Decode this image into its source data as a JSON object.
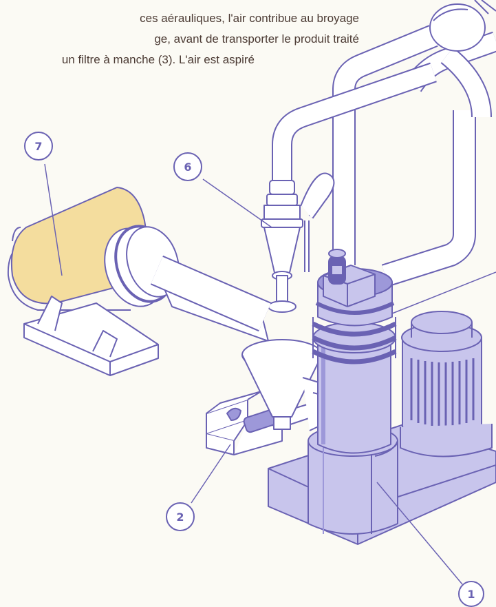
{
  "text": {
    "line1": "ces aérauliques, l'air contribue au broyage",
    "line2": "ge, avant de transporter le produit traité",
    "line3": "un filtre à manche (3).  L'air est aspiré"
  },
  "callouts": {
    "c1": "1",
    "c2": "2",
    "c6": "6",
    "c7": "7"
  },
  "colors": {
    "outline": "#6a62b3",
    "machine_fill": "#c8c5ec",
    "machine_fill_dark": "#9d98d9",
    "filter_fill": "#f4dd9e",
    "pipe_fill": "#ffffff",
    "text": "#4b3a33",
    "background": "#fbfaf4"
  }
}
